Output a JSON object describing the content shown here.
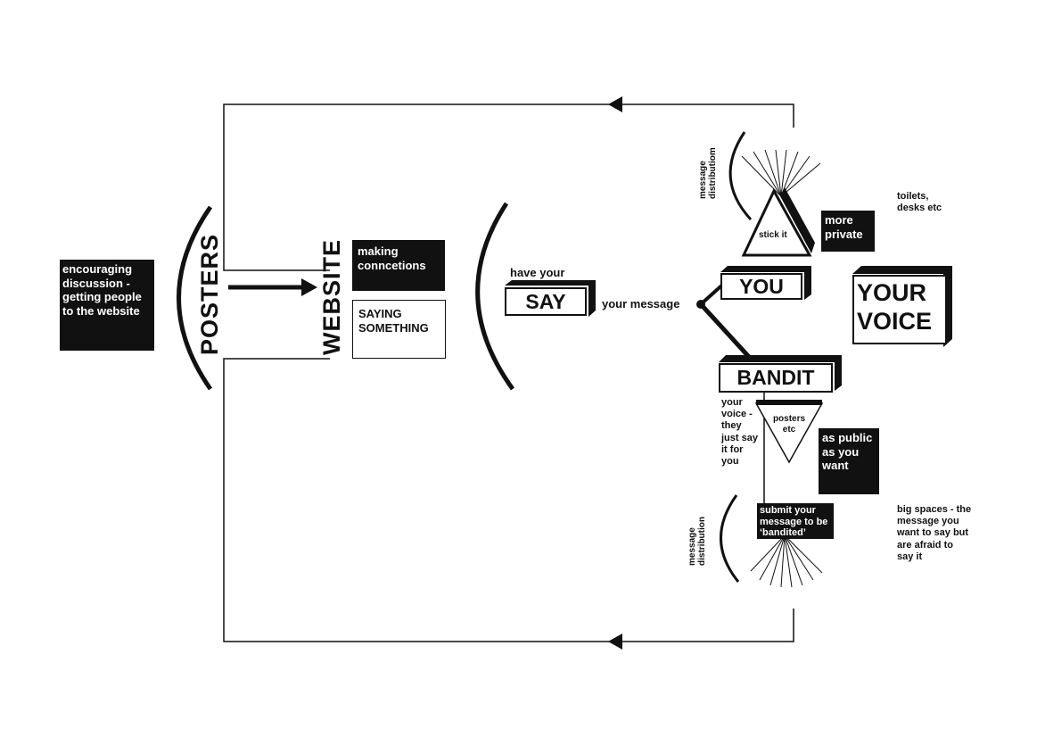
{
  "nodes": {
    "encouraging": "encouraging discussion - getting people to the website",
    "posters": "POSTERS",
    "website": "WEBSITE",
    "making": "making conncetions",
    "saying": "SAYING SOMETHING",
    "have_your": "have your",
    "say": "SAY",
    "your_message": "your message",
    "you": "YOU",
    "your_voice": "YOUR VOICE",
    "bandit": "BANDIT",
    "stick_it": "stick it",
    "more_private": "more private",
    "toilets": "toilets, desks etc",
    "message_distribution_top": "message distributiom",
    "your_voice_they": "your voice - they just say it for you",
    "posters_etc": "posters etc",
    "as_public": "as public as you want",
    "submit": "submit your message to be ‘bandited’",
    "big_spaces": "big spaces - the message you want to say but are afraid to say it",
    "message_distribution_bottom": "message distribution"
  },
  "colors": {
    "ink": "#111111",
    "paper": "#ffffff"
  }
}
